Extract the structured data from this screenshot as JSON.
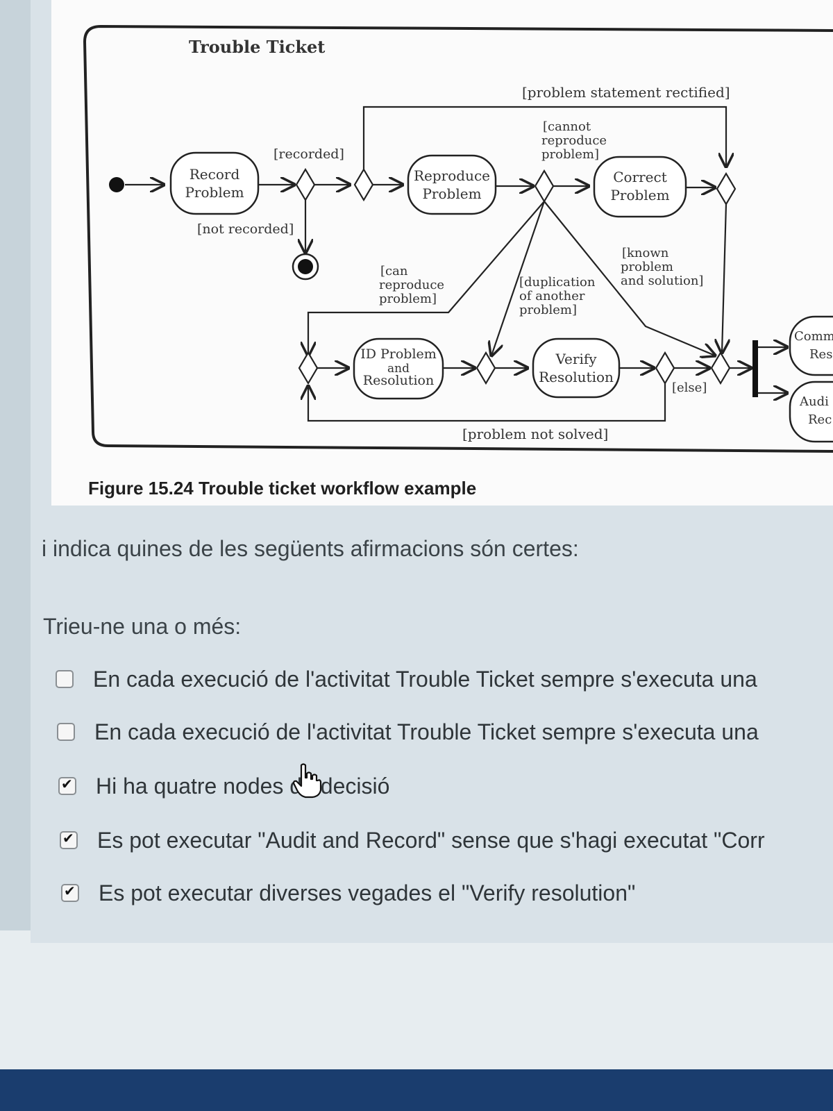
{
  "figure": {
    "diagram_title": "Trouble Ticket",
    "caption": "Figure 15.24  Trouble ticket workflow example",
    "nodes": {
      "record_problem": [
        "Record",
        "Problem"
      ],
      "reproduce_problem": [
        "Reproduce",
        "Problem"
      ],
      "correct_problem": [
        "Correct",
        "Problem"
      ],
      "id_problem": [
        "ID Problem",
        "and",
        "Resolution"
      ],
      "verify_resolution": [
        "Verify",
        "Resolution"
      ],
      "communicate_results": [
        "Comm",
        "Res"
      ],
      "audit_record": [
        "Audi",
        "Rec"
      ]
    },
    "guards": {
      "problem_statement_rectified": "[problem statement rectified]",
      "recorded": "[recorded]",
      "not_recorded": "[not recorded]",
      "cannot_reproduce": [
        "[cannot",
        "reproduce",
        "problem]"
      ],
      "can_reproduce": [
        "[can",
        "reproduce",
        "problem]"
      ],
      "duplication": [
        "[duplication",
        "of another",
        "problem]"
      ],
      "known_problem": [
        "[known",
        "problem",
        "and solution]"
      ],
      "else": "[else]",
      "problem_not_solved": "[problem not solved]"
    }
  },
  "question": {
    "prompt": "i indica quines de les següents afirmacions són certes:",
    "choose_label": "Trieu-ne una o més:",
    "options": [
      {
        "text": "En cada execució de l'activitat Trouble Ticket sempre s'executa una",
        "checked": false
      },
      {
        "text": "En cada execució de l'activitat Trouble Ticket sempre s'executa una",
        "checked": false
      },
      {
        "text": "Hi ha quatre nodes de decisió",
        "checked": true
      },
      {
        "text": "Es pot executar \"Audit and Record\" sense que s'hagi executat \"Corr",
        "checked": true
      },
      {
        "text": "Es pot executar diverses vegades el \"Verify resolution\"",
        "checked": true
      }
    ]
  }
}
